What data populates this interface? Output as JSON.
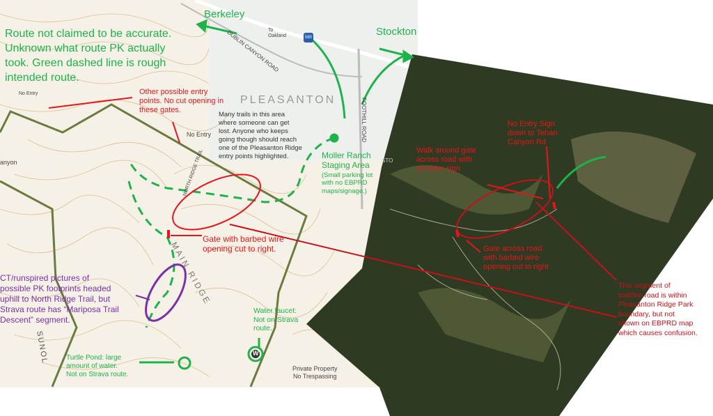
{
  "colors": {
    "map_bg": "#f6f1e6",
    "contour": "#d9b98a",
    "boundary": "#6b7a3e",
    "route_green": "#1db34a",
    "annotation_red": "#e8141b",
    "annotation_purple": "#7a2fa8",
    "satellite": "#2f3a22"
  },
  "map_labels": {
    "town": "PLEASANTON",
    "road_dublin": "DUBLIN CANYON ROAD",
    "to_oakland": "To\nOakland",
    "interstate": "580",
    "foothill_road": "FOOTHILL ROAD",
    "stoneridge": "STO",
    "no_entry_1": "No Entry",
    "no_entry_2": "No Entry",
    "canyon": "anyon",
    "north_ridge_trail": "NORTH RIDGE TRAIL",
    "main_ridge": "MAIN RIDGE",
    "sunol": "SUNOL",
    "private_property": "Private Property\nNo Trespassing",
    "water_symbol": "W"
  },
  "annotations": {
    "berkeley": "Berkeley",
    "stockton": "Stockton",
    "disclaimer": "Route not claimed to be accurate.\nUnknown what route PK actually\ntook. Green dashed line is rough\nintended route.",
    "other_entry": "Other possible entry\npoints. No cut opening in\nthese gates.",
    "many_trails": "Many trails in this area\nwhere someone can get\nlost. Anyone who keeps\ngoing though should reach\none of the Pleasanton Ridge\nentry points highlighted.",
    "moller_ranch": "Moller Ranch\nStaging Area",
    "moller_note": "(Small parking lot\nwith no EBPRD\nmaps/signage.)",
    "gate_barbed_map": "Gate with barbed wire\nopening cut to right.",
    "footprints": "CT/runspired pictures of\npossible PK footprints headed\nuphill to North Ridge Trail, but\nStrava route has “Mariposa Trail\nDescent” segment.",
    "water_faucet": "Water faucet:\nNot on Strava\nroute.",
    "turtle_pond": "Turtle Pond: large\namount of water.\nNot on Strava route.",
    "no_entry_sign": "No Entry Sign\ndown to Tehan\nCanyon Rd",
    "walk_around_gate": "Walk around gate\nacross road with\nno entry sign",
    "gate_barbed_sat": "Gate across road\nwith barbed wire\nopening cut to right",
    "segment_note": "This segment of\ntrail/fire road is within\nPleasanton Ridge Park\nboundary, but not\nshown on EBPRD map\nwhich causes confusion."
  }
}
